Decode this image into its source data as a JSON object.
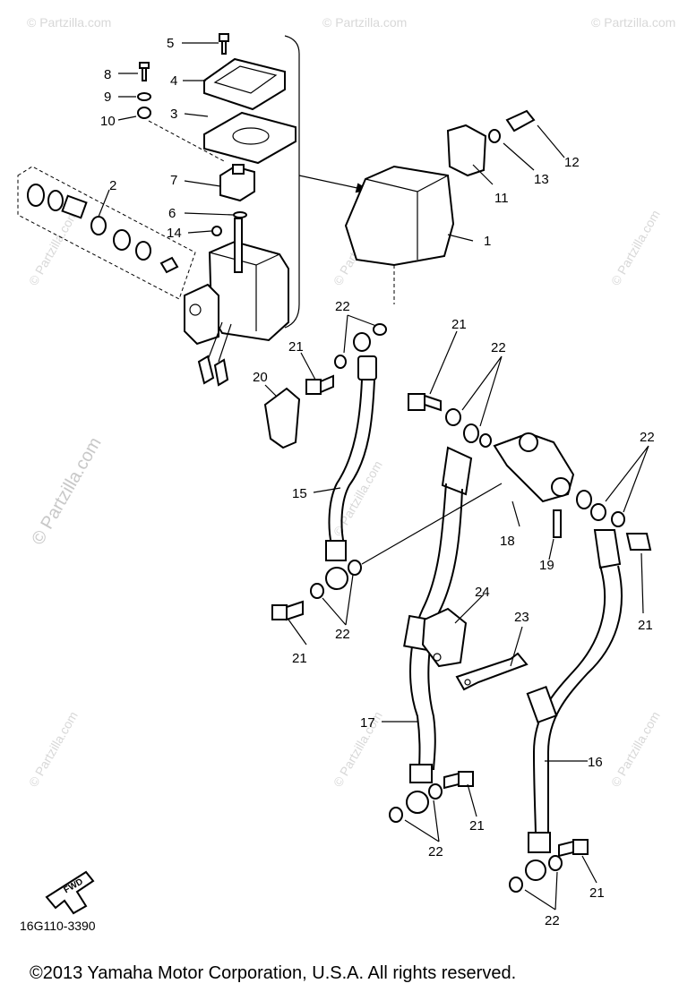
{
  "callouts": {
    "c1": "1",
    "c2": "2",
    "c3": "3",
    "c4": "4",
    "c5": "5",
    "c6": "6",
    "c7": "7",
    "c8": "8",
    "c9": "9",
    "c10": "10",
    "c11": "11",
    "c12": "12",
    "c13": "13",
    "c14": "14",
    "c15": "15",
    "c16": "16",
    "c17": "17",
    "c18": "18",
    "c19": "19",
    "c20": "20",
    "c21": "21",
    "c22": "22",
    "c23": "23",
    "c24": "24"
  },
  "fwd_label": "FWD",
  "diagram_code": "16G110-3390",
  "watermark": "© Partzilla.com",
  "watermark_small": "© Partzilla.com",
  "copyright": "©2013  Yamaha Motor Corporation, U.S.A. All rights reserved."
}
